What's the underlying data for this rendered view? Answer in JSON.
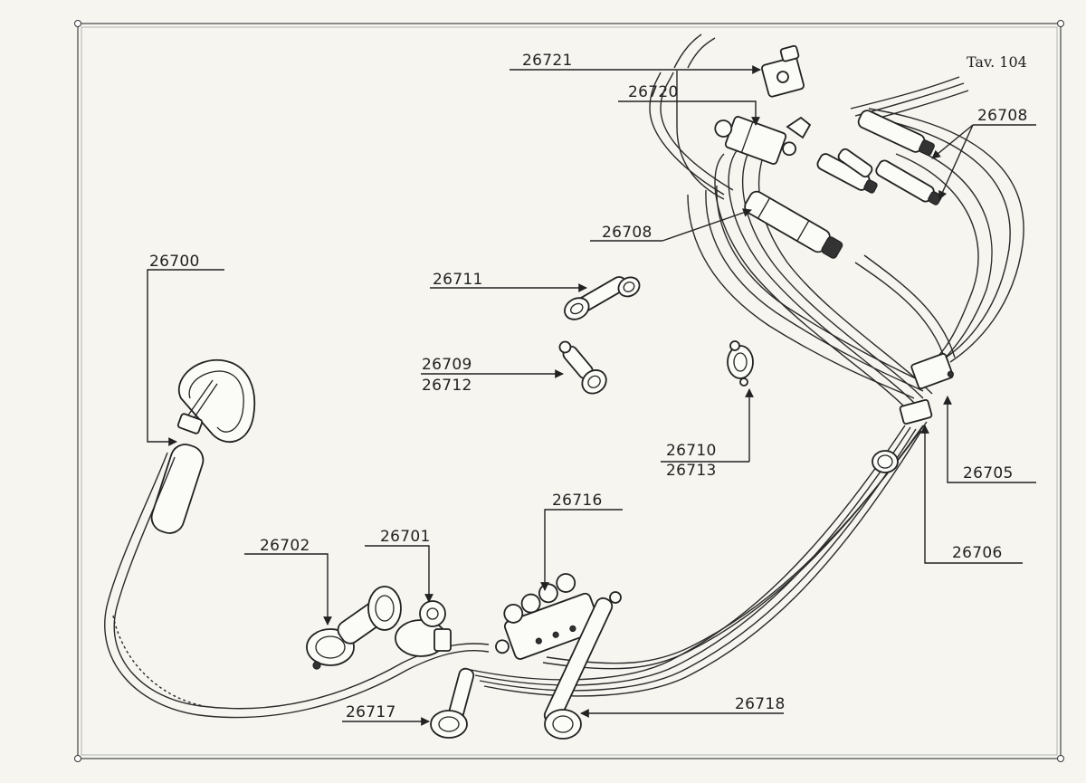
{
  "plate_title": "Tav. 104",
  "callouts": {
    "c26721": "26721",
    "c26720": "26720",
    "c26708a": "26708",
    "c26708b": "26708",
    "c26700": "26700",
    "c26711": "26711",
    "c26709": "26709",
    "c26712": "26712",
    "c26710": "26710",
    "c26713": "26713",
    "c26705": "26705",
    "c26706": "26706",
    "c26716": "26716",
    "c26702": "26702",
    "c26701": "26701",
    "c26717": "26717",
    "c26718": "26718"
  }
}
